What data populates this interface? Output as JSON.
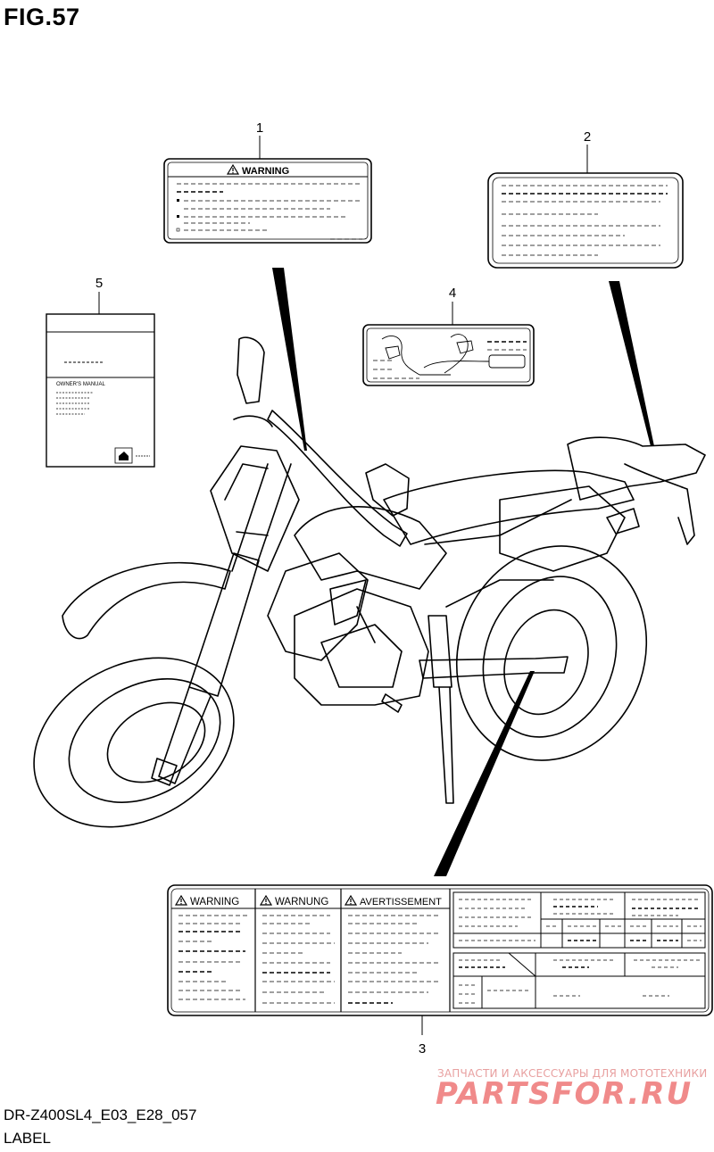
{
  "figure_title": "FIG.57",
  "footer": {
    "model_code": "DR-Z400SL4_E03_E28_057",
    "section_name": "LABEL"
  },
  "watermark": {
    "subtitle": "ЗАПЧАСТИ И АКСЕССУАРЫ ДЛЯ МОТОТЕХНИКИ",
    "logo": "PARTSFOR.RU"
  },
  "callouts": {
    "c1": "1",
    "c2": "2",
    "c3": "3",
    "c4": "4",
    "c5": "5"
  },
  "label1": {
    "heading": "WARNING"
  },
  "label3": {
    "heading_en": "WARNING",
    "heading_de": "WARNUNG",
    "heading_fr": "AVERTISSEMENT"
  },
  "label5": {
    "manual_text": "OWNER'S MANUAL"
  },
  "colors": {
    "line": "#000000",
    "watermark": "#f08a8a"
  }
}
